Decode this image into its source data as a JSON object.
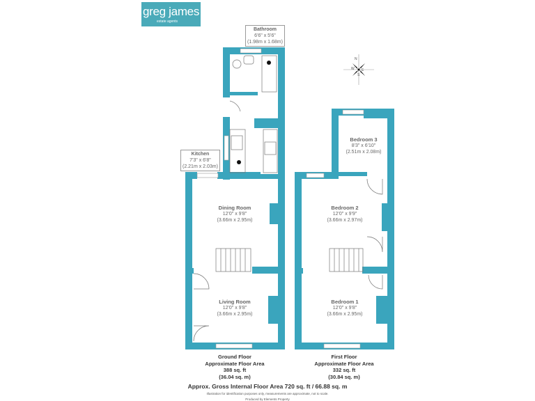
{
  "logo": {
    "name": "greg james",
    "subtitle": "estate agents",
    "color": "#4aaab9"
  },
  "wall_color": "#3aa5bd",
  "ground_floor": {
    "rooms": [
      {
        "name": "Dining Room",
        "imperial": "12'0\" x 9'8\"",
        "metric": "(3.66m x 2.95m)"
      },
      {
        "name": "Living Room",
        "imperial": "12'0\" x 9'8\"",
        "metric": "(3.66m x 2.95m)"
      }
    ],
    "callouts": [
      {
        "name": "Bathroom",
        "imperial": "6'6\" x 5'6\"",
        "metric": "(1.98m x 1.68m)"
      },
      {
        "name": "Kitchen",
        "imperial": "7'3\" x 6'8\"",
        "metric": "(2.21m x 2.03m)"
      }
    ],
    "area": {
      "title": "Ground Floor",
      "label": "Approximate Floor Area",
      "sqft": "388 sq. ft",
      "sqm": "(36.04 sq. m)"
    }
  },
  "first_floor": {
    "rooms": [
      {
        "name": "Bedroom 3",
        "imperial": "8'3\" x 6'10\"",
        "metric": "(2.51m x 2.08m)"
      },
      {
        "name": "Bedroom 2",
        "imperial": "12'0\" x 9'9\"",
        "metric": "(3.66m x 2.97m)"
      },
      {
        "name": "Bedroom 1",
        "imperial": "12'0\" x 9'8\"",
        "metric": "(3.66m x 2.95m)"
      }
    ],
    "area": {
      "title": "First Floor",
      "label": "Approximate Floor Area",
      "sqft": "332 sq. ft",
      "sqm": "(30.84 sq. m)"
    }
  },
  "footer": {
    "gross": "Approx. Gross Internal Floor Area 720 sq. ft / 66.88 sq. m",
    "disclaimer": "Illustration for identification purposes only, measurements are approximate, not to scale.",
    "producer": "Produced by Elements Property"
  },
  "compass": {
    "labels": [
      "N",
      "E",
      "S",
      "W"
    ]
  }
}
